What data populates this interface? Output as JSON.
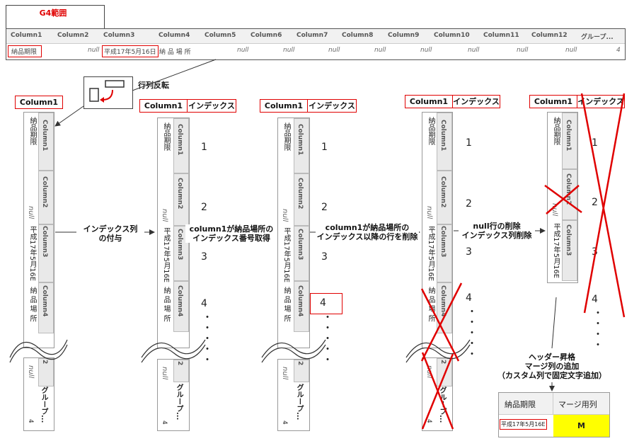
{
  "range_title": "G4範囲",
  "top_table": {
    "headers": [
      "Column1",
      "Column2",
      "Column3",
      "Column4",
      "Column5",
      "Column6",
      "Column7",
      "Column8",
      "Column9",
      "Column10",
      "Column11",
      "Column12",
      "グループ..."
    ],
    "row": [
      "納品期限",
      "null",
      "平成17年5月16日",
      "納 品 場 所",
      "null",
      "null",
      "null",
      "null",
      "null",
      "null",
      "null",
      "null",
      "4"
    ]
  },
  "transpose_label": "行列反転",
  "col_labels": {
    "column1": "Column1",
    "index": "インデックス"
  },
  "vertical": {
    "col_headers": [
      "Column1",
      "Column2",
      "Column3",
      "Column4"
    ],
    "values": [
      "納品期限",
      "null",
      "平成17年5月16E",
      "納 品 場 所"
    ],
    "c2": "2",
    "group_val": "グループ...",
    "four": "4",
    "null2": "null"
  },
  "indexes": [
    "1",
    "2",
    "3",
    "4"
  ],
  "dots": "・",
  "steps": {
    "s1": [
      "インデックス列",
      "の付与"
    ],
    "s2": [
      "column1が納品場所の",
      "インデックス番号取得"
    ],
    "s3": [
      "column1が納品場所の",
      "インデックス以降の行を削除"
    ],
    "s4": [
      "null行の削除",
      "インデックス列削除"
    ],
    "s5": [
      "ヘッダー昇格",
      "マージ列の追加",
      "（カスタム列で固定文字追加）"
    ]
  },
  "result": {
    "h1": "納品期限",
    "h2": "マージ用列",
    "v1": "平成17年5月16E",
    "v2": "M",
    "yellow": "#ffff00"
  },
  "accent": "#e00000"
}
